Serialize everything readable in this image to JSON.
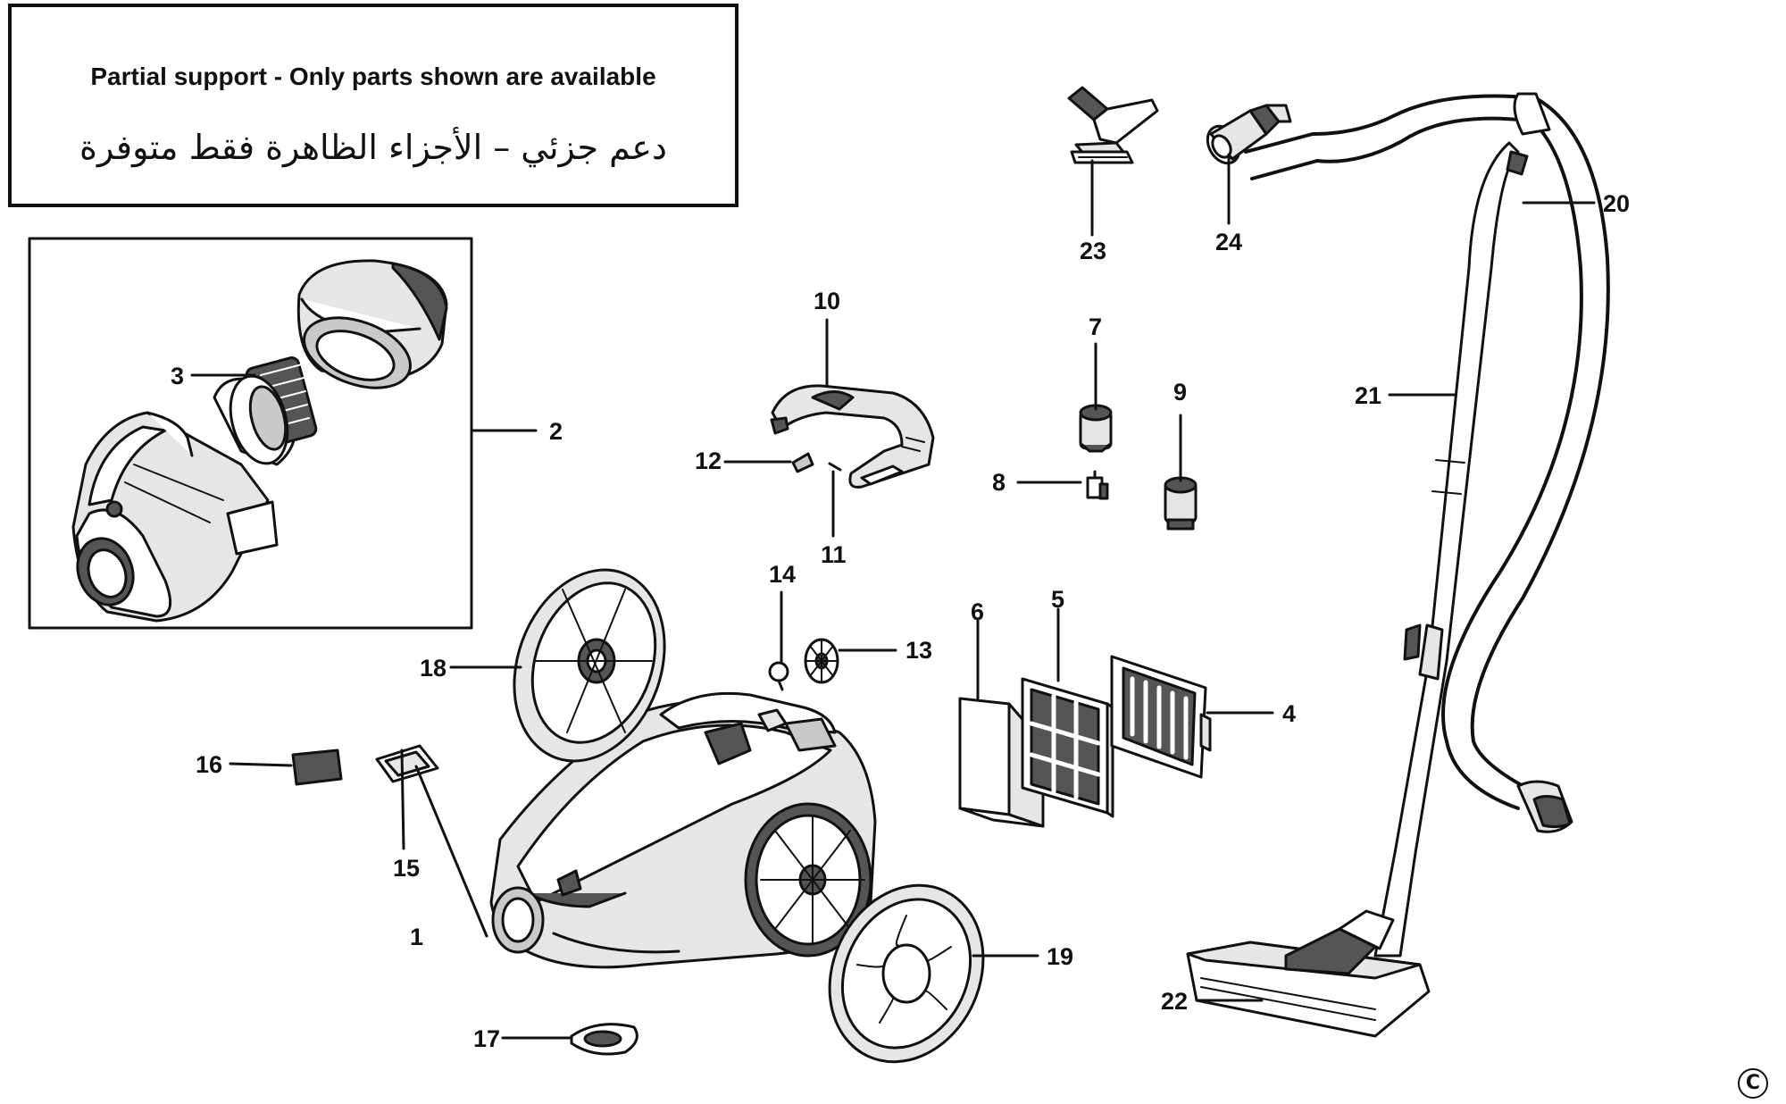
{
  "notice": {
    "english": "Partial support - Only parts shown are available",
    "arabic": "دعم جزئي – الأجزاء الظاهرة فقط متوفرة"
  },
  "callouts": {
    "p1": "1",
    "p2": "2",
    "p3": "3",
    "p4": "4",
    "p5": "5",
    "p6": "6",
    "p7": "7",
    "p8": "8",
    "p9": "9",
    "p10": "10",
    "p11": "11",
    "p12": "12",
    "p13": "13",
    "p14": "14",
    "p15": "15",
    "p16": "16",
    "p17": "17",
    "p18": "18",
    "p19": "19",
    "p20": "20",
    "p21": "21",
    "p22": "22",
    "p23": "23",
    "p24": "24"
  },
  "copyright_symbol": "C",
  "colors": {
    "line": "#111111",
    "background": "#ffffff"
  }
}
